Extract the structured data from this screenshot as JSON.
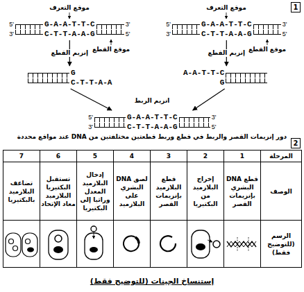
{
  "diagram": {
    "caption": "إستنساخ الجينات (للتوضيح فقط)",
    "nodes": [
      {
        "text": [
          "G-A-A-T-T-C",
          "C-T-T-A-A-G"
        ]
      },
      {
        "text": [
          "G-A-A-T-T-C",
          "C-T-T-A-A-G"
        ]
      },
      {
        "text": [
          "G",
          "C-T-T-A-A"
        ]
      },
      {
        "text": [
          "A-A-T-T-C",
          "G"
        ]
      },
      {
        "text": [
          "G-A-A-T-T-C",
          "C-T-T-A-A-G"
        ]
      }
    ],
    "edges": [
      {
        "from": 0,
        "to": 2,
        "arrow": "to",
        "label": "إنزيم القطع"
      },
      {
        "from": 1,
        "to": 3,
        "arrow": "to",
        "label": "إنزيم القطع"
      },
      {
        "from": 2,
        "to": 4,
        "arrow": "to"
      },
      {
        "from": 3,
        "to": 4,
        "arrow": "to"
      }
    ],
    "labels": [
      "1",
      "موقع التعرف",
      "موقع القطع",
      "موقع التعرف",
      "موقع القطع",
      "انزيم الربط",
      "5'",
      "3'",
      "3'",
      "5'",
      "5'",
      "3'",
      "3'",
      "5'",
      "5'",
      "3'",
      "3'",
      "5'",
      "دور إنزيمات القصر والربط في قطع وربط قطعتين مختلفتين من DNA عند مواقع محددة",
      "2",
      "المرحلة",
      "1",
      "2",
      "3",
      "4",
      "5",
      "6",
      "7",
      "الوصف",
      "قطع DNA البشري بإنزيمات القصر",
      "إخراج البلازميد من البكتيريا",
      "قطع البلازميد بإنزيمات القصر",
      "لصق DNA البشري على البلازميد",
      "إدخال البلازميد المعدل وراثيا إلى البكتيريا",
      "تستقبل البكتيريا البلازميد معاد الإتحاد",
      "تضاعف البلازميد بالبكتيريا",
      "الرسم (للتوضيح فقط)"
    ]
  }
}
